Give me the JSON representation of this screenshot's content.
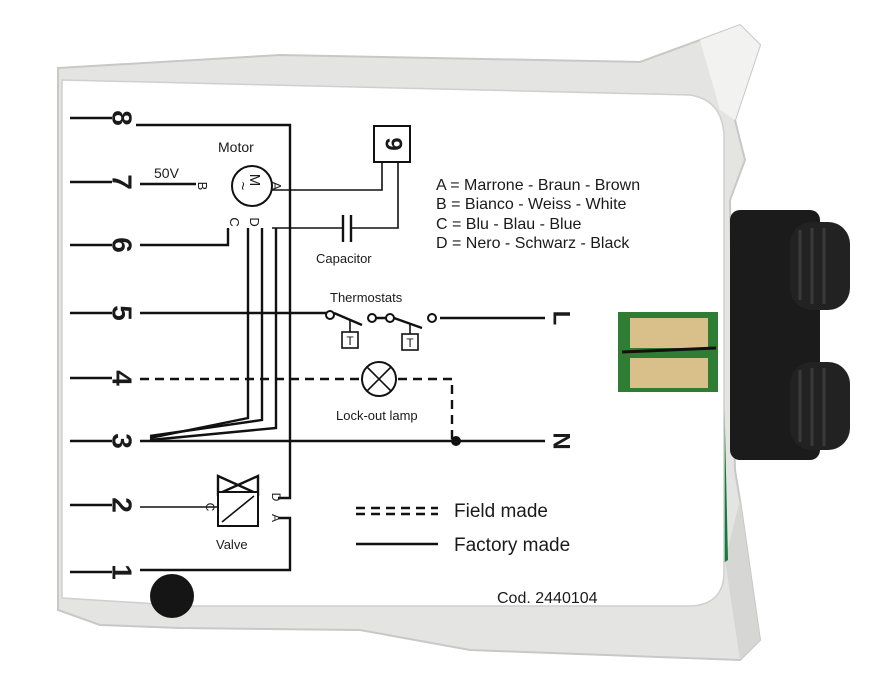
{
  "terminals": [
    "8",
    "7",
    "6",
    "5",
    "4",
    "3",
    "2",
    "1"
  ],
  "motor": {
    "title": "Motor",
    "voltage": "50V",
    "symbol_m": "M",
    "symbol_tilde": "~",
    "pin_a": "A",
    "pin_b": "B",
    "pin_c": "C",
    "pin_d": "D"
  },
  "box9": "9",
  "capacitor": "Capacitor",
  "legend_colors": [
    "A = Marrone - Braun - Brown",
    "B = Bianco - Weiss - White",
    "C = Blu - Blau - Blue",
    "D = Nero - Schwarz - Black"
  ],
  "thermostats": {
    "title": "Thermostats",
    "t1": "T",
    "t2": "T"
  },
  "line_l": "L",
  "line_n": "N",
  "lamp": "Lock-out lamp",
  "valve": {
    "title": "Valve",
    "pin_c": "C",
    "pin_d": "D",
    "pin_a": "A"
  },
  "legend_lines": {
    "field": "Field made",
    "factory": "Factory made"
  },
  "code": "Cod. 2440104"
}
